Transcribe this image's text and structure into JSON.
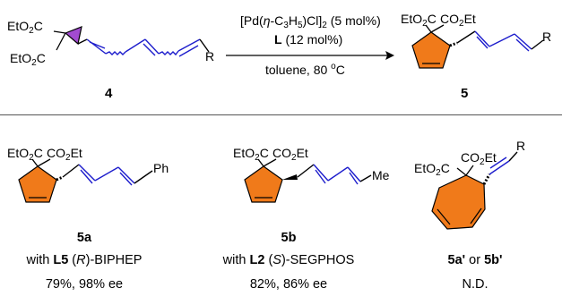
{
  "reaction": {
    "start": {
      "ester_top_main": "EtO",
      "ester_top_sub": "2",
      "ester_top_tail": "C",
      "ester_bot_main": "EtO",
      "ester_bot_sub": "2",
      "ester_bot_tail": "C",
      "r_group": "R",
      "label": "4"
    },
    "conditions": {
      "cat_a": "[Pd(",
      "cat_eta": "η",
      "cat_b": "-C",
      "cat_sub1": "3",
      "cat_c": "H",
      "cat_sub2": "5",
      "cat_d": ")Cl]",
      "cat_sub3": "2",
      "cat_e": " (5 mol%)",
      "ligand_bold": "L",
      "ligand_rest": " (12 mol%)",
      "solvent_temp_a": "toluene, 80 ",
      "solvent_temp_sup": "o",
      "solvent_temp_b": "C"
    },
    "product": {
      "ester_left_main": "EtO",
      "ester_left_sub": "2",
      "ester_left_tail": "C",
      "ester_right_main": "CO",
      "ester_right_sub": "2",
      "ester_right_tail": "Et",
      "r_group": "R",
      "label": "5"
    }
  },
  "examples": [
    {
      "ester_left_main": "EtO",
      "ester_left_sub": "2",
      "ester_left_tail": "C",
      "ester_right_main": "CO",
      "ester_right_sub": "2",
      "ester_right_tail": "Et",
      "substituent": "Ph",
      "label": "5a",
      "ligand_prefix": "with ",
      "ligand_bold": "L5",
      "ligand_open": " (",
      "ligand_config": "R",
      "ligand_close": ")-BIPHEP",
      "result": "79%, 98% ee"
    },
    {
      "ester_left_main": "EtO",
      "ester_left_sub": "2",
      "ester_left_tail": "C",
      "ester_right_main": "CO",
      "ester_right_sub": "2",
      "ester_right_tail": "Et",
      "substituent": "Me",
      "label": "5b",
      "ligand_prefix": "with ",
      "ligand_bold": "L2",
      "ligand_open": " (",
      "ligand_config": "S",
      "ligand_close": ")-SEGPHOS",
      "result": "82%, 86% ee"
    },
    {
      "ester_left_main": "EtO",
      "ester_left_sub": "2",
      "ester_left_tail": "C",
      "ester_right_main": "CO",
      "ester_right_sub": "2",
      "ester_right_tail": "Et",
      "substituent": "R",
      "label_a": "5a'",
      "label_or": " or ",
      "label_b": "5b'",
      "result": "N.D."
    }
  ],
  "colors": {
    "ring_orange": "#F07A1A",
    "diene_blue": "#1C1CCC",
    "cyclopropane_purple": "#A24BD0",
    "cycloheptadiene_orange": "#F07A1A"
  }
}
